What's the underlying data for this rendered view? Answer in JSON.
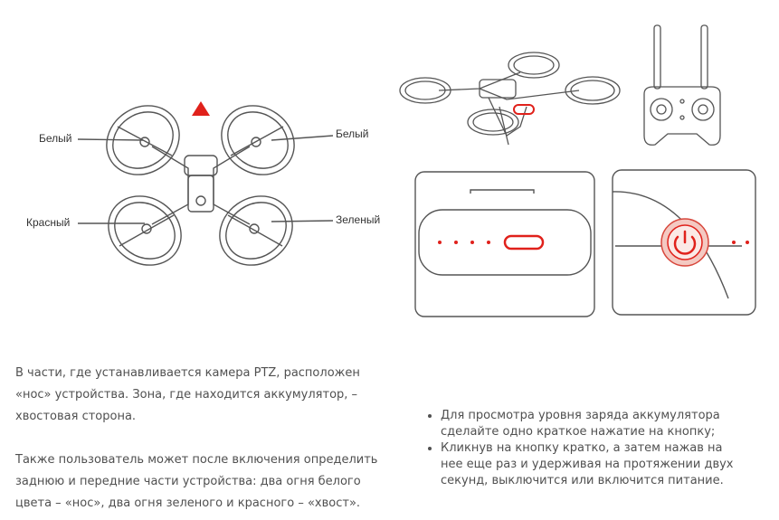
{
  "drone_diagram": {
    "labels": {
      "front_left": "Белый",
      "front_right": "Белый",
      "rear_left": "Красный",
      "rear_right": "Зеленый"
    }
  },
  "left_text": {
    "p1_lines": [
      "В части, где устанавливается камера PTZ, расположен",
      "«нос» устройства. Зона, где находится аккумулятор, –",
      "хвостовая сторона."
    ],
    "p2_lines": [
      "Также пользователь может после включения определить",
      "заднюю и передние части устройства: два огня белого",
      "цвета – «нос», два огня зеленого и красного – «хвост»."
    ]
  },
  "right_text": {
    "bullets": [
      {
        "lines": [
          "Для просмотра уровня заряда аккумулятора",
          "сделайте одно краткое нажатие на кнопку;"
        ]
      },
      {
        "lines": [
          "Кликнув на кнопку кратко, а затем нажав на",
          "нее еще раз и удерживая на протяжении двух",
          "секунд, выключится или включится питание."
        ]
      }
    ]
  },
  "colors": {
    "accent_red": "#e0211b",
    "line": "#555555"
  },
  "icons": [
    "nose-direction-triangle-icon",
    "power-icon"
  ]
}
